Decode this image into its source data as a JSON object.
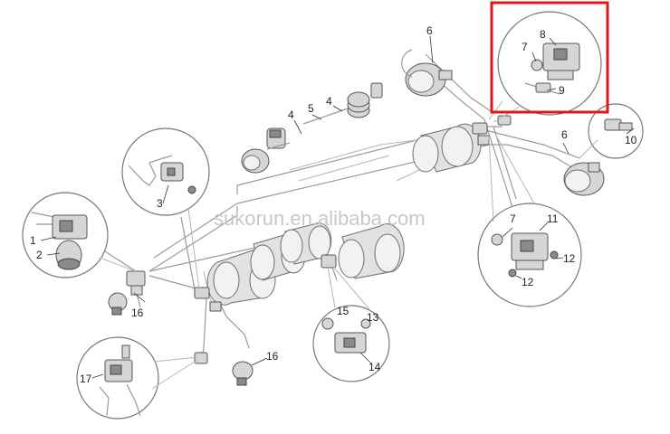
{
  "watermark": "sukorun.en.alibaba.com",
  "callouts": {
    "c1": "1",
    "c2": "2",
    "c3": "3",
    "c4a": "4",
    "c4b": "4",
    "c5": "5",
    "c6a": "6",
    "c6b": "6",
    "c7a": "7",
    "c7b": "7",
    "c8": "8",
    "c9": "9",
    "c10": "10",
    "c11": "11",
    "c12a": "12",
    "c12b": "12",
    "c13": "13",
    "c14": "14",
    "c15": "15",
    "c16a": "16",
    "c16b": "16",
    "c17": "17"
  },
  "highlight_color": "#e0161b"
}
